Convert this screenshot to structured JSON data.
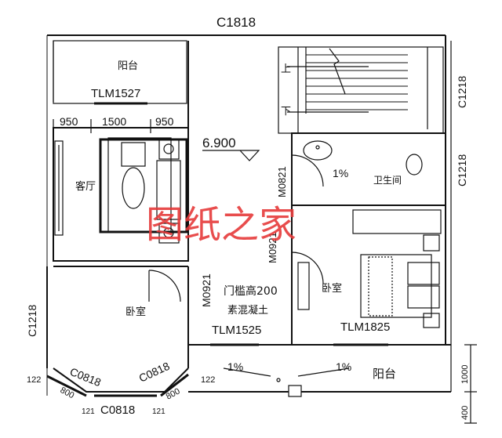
{
  "rooms": {
    "balcony_top": "阳台",
    "living": "客厅",
    "bedroom_left": "卧室",
    "bathroom": "卫生间",
    "bedroom_right": "卧室",
    "balcony_bottom": "阳台"
  },
  "windows": {
    "top": "C1818",
    "right_upper": "C1218",
    "right_lower": "C1218",
    "left": "C1218",
    "bottom_left": "C0818",
    "bottom_center": "C0818",
    "bottom_right": "C0818"
  },
  "doors": {
    "tlm_balcony": "TLM1527",
    "tlm_front": "TLM1525",
    "tlm_bedroom": "TLM1825",
    "m_bath": "M0821",
    "m_bed_right": "M0921",
    "m_bed_left": "M0921"
  },
  "dimensions": {
    "d950a": "950",
    "d1500": "1500",
    "d950b": "950",
    "d1000": "1000",
    "d400": "400",
    "d122a": "122",
    "d800a": "800",
    "d121a": "121",
    "d121b": "121",
    "d800b": "800",
    "d122b": "122"
  },
  "annotations": {
    "elevation": "6.900",
    "slope_bath": "1%",
    "slope_left": "1%",
    "slope_right": "1%",
    "stair_up": "上",
    "stair_down": "下",
    "threshold_line1": "门槛高200",
    "threshold_line2": "素混凝土"
  },
  "watermark": "图纸之家"
}
